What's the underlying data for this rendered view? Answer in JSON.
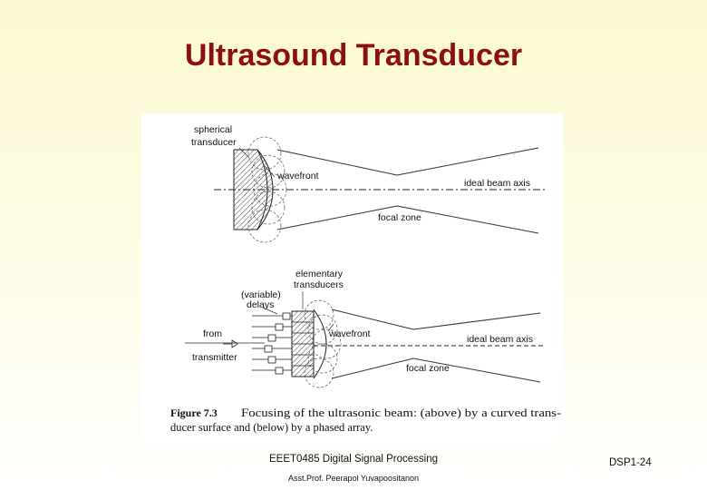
{
  "slide": {
    "title": "Ultrasound Transducer",
    "course": "EEET0485 Digital Signal Processing",
    "author": "Asst.Prof. Peerapol Yuvapoositanon",
    "slide_number": "DSP1-24"
  },
  "figure": {
    "top": {
      "label_spherical_1": "spherical",
      "label_spherical_2": "transducer",
      "label_wavefront": "wavefront",
      "label_beam_axis": "ideal beam axis",
      "label_focal_zone": "focal zone"
    },
    "bottom": {
      "label_elementary_1": "elementary",
      "label_elementary_2": "transducers",
      "label_variable_1": "(variable)",
      "label_variable_2": "delays",
      "label_from": "from",
      "label_transmitter": "transmitter",
      "label_wavefront": "wavefront",
      "label_beam_axis": "ideal beam axis",
      "label_focal_zone": "focal zone"
    },
    "caption_label": "Figure 7.3",
    "caption_line1": "Focusing of the ultrasonic beam: (above) by a curved trans-",
    "caption_line2": "ducer surface and (below) by a phased array."
  }
}
